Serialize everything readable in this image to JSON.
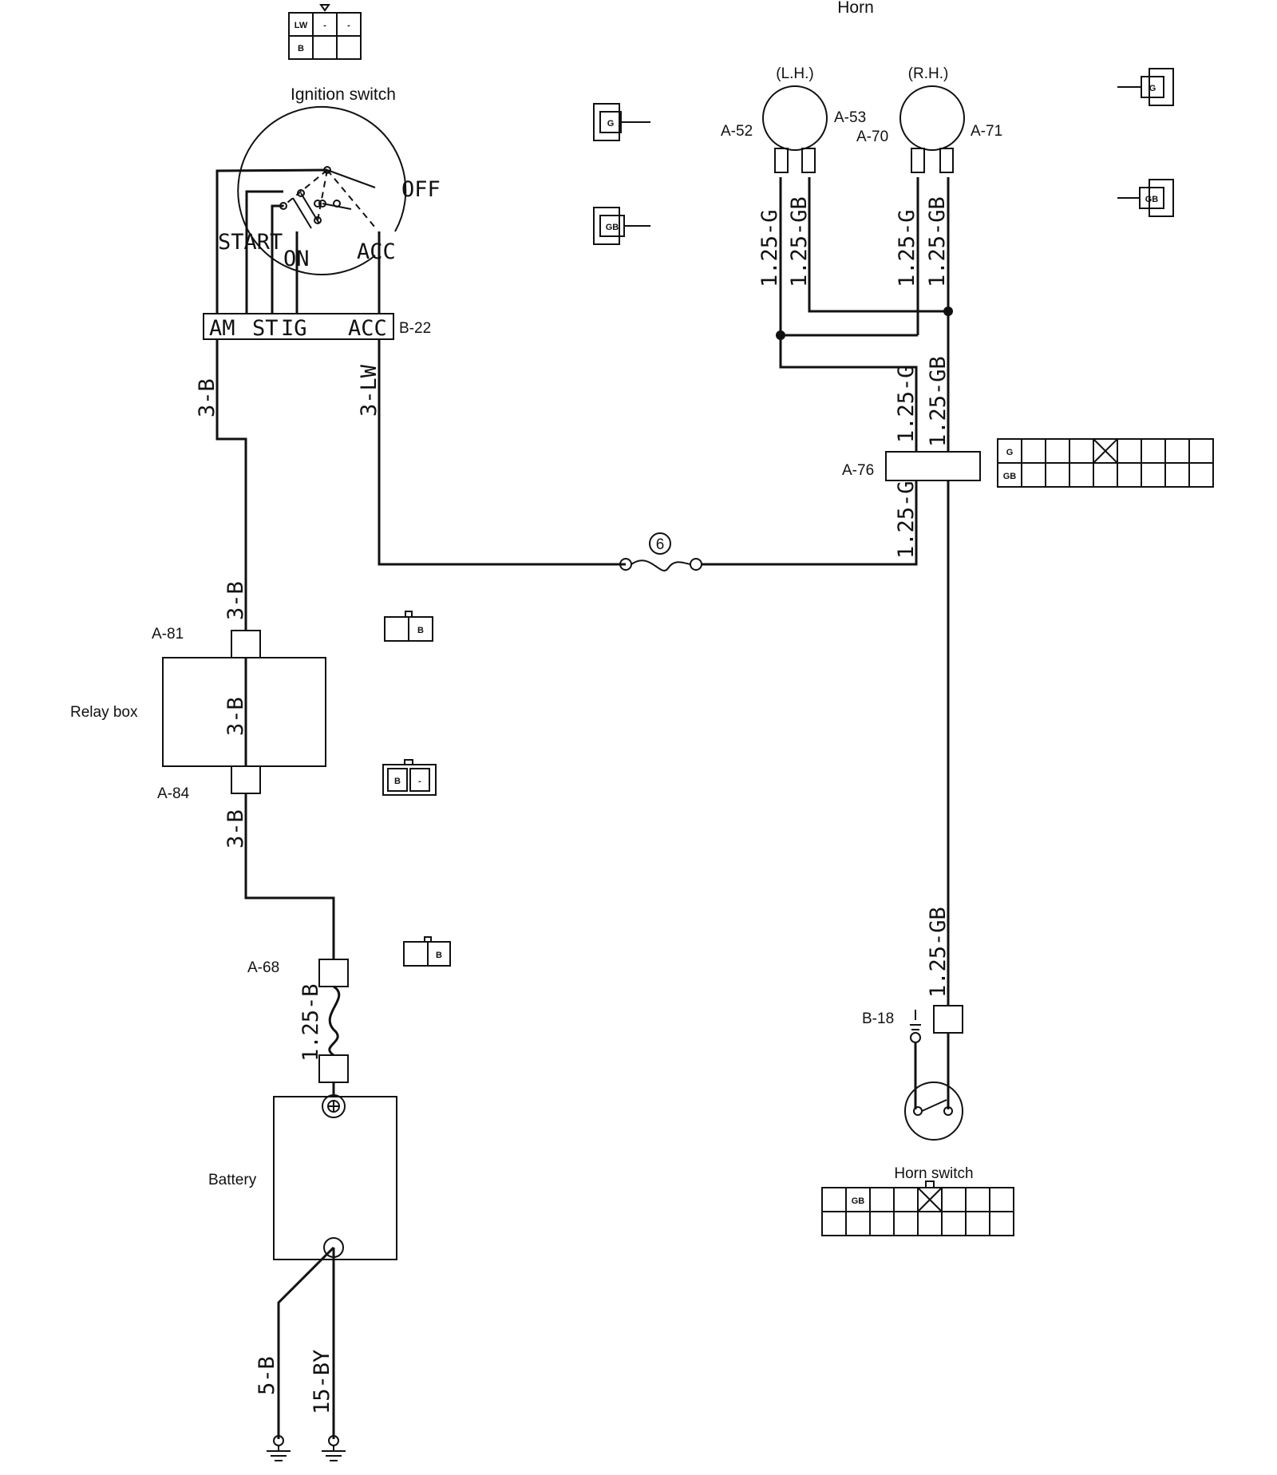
{
  "components": {
    "ignition_switch": "Ignition switch",
    "horn": "Horn",
    "horn_lh": "(L.H.)",
    "horn_rh": "(R.H.)",
    "relay_box": "Relay box",
    "battery": "Battery",
    "horn_switch": "Horn switch"
  },
  "switch_positions": {
    "off": "OFF",
    "start": "START",
    "on": "ON",
    "acc": "ACC"
  },
  "terminal_block": {
    "am": "AM",
    "st": "ST",
    "ig": "IG",
    "acc": "ACC"
  },
  "connectors": {
    "b22": "B-22",
    "a52": "A-52",
    "a53": "A-53",
    "a70": "A-70",
    "a71": "A-71",
    "a76": "A-76",
    "a81": "A-81",
    "a84": "A-84",
    "a68": "A-68",
    "b18": "B-18"
  },
  "wires": {
    "w_3b": "3-B",
    "w_3lw": "3-LW",
    "w_125g": "1.25-G",
    "w_125gb": "1.25-GB",
    "w_125b": "1.25-B",
    "w_5b": "5-B",
    "w_15by": "15-BY"
  },
  "fuse_number": "6",
  "pin_labels": {
    "lw": "LW",
    "b": "B",
    "g": "G",
    "gb": "GB",
    "dash": "-"
  }
}
